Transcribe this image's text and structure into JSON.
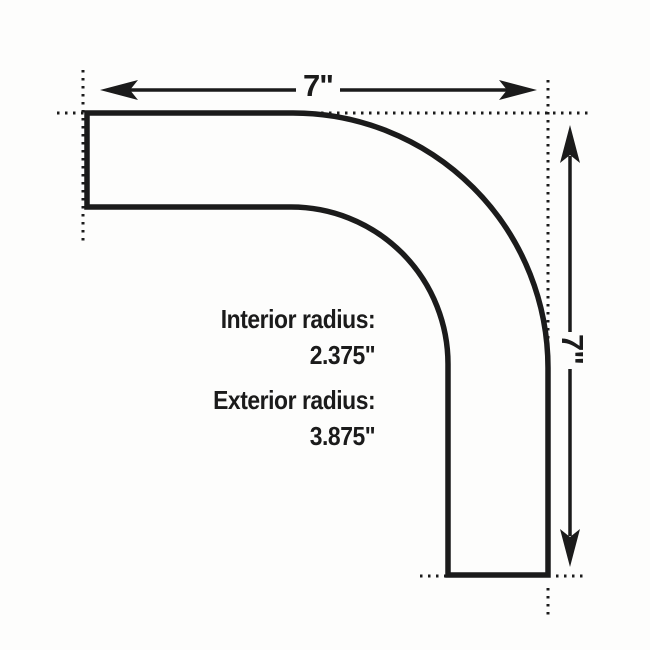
{
  "colors": {
    "ink": "#1b1b1b",
    "bg": "#fdfdfc"
  },
  "diagram": {
    "top_dimension_label": "7\"",
    "right_dimension_label": "7\"",
    "notes": {
      "interior_radius_label": "Interior radius:",
      "interior_radius_value": "2.375\"",
      "exterior_radius_label": "Exterior radius:",
      "exterior_radius_value": "3.875\""
    },
    "measurements": {
      "horizontal_run_inches": 7,
      "vertical_run_inches": 7,
      "interior_radius_inches": 2.375,
      "exterior_radius_inches": 3.875
    }
  }
}
